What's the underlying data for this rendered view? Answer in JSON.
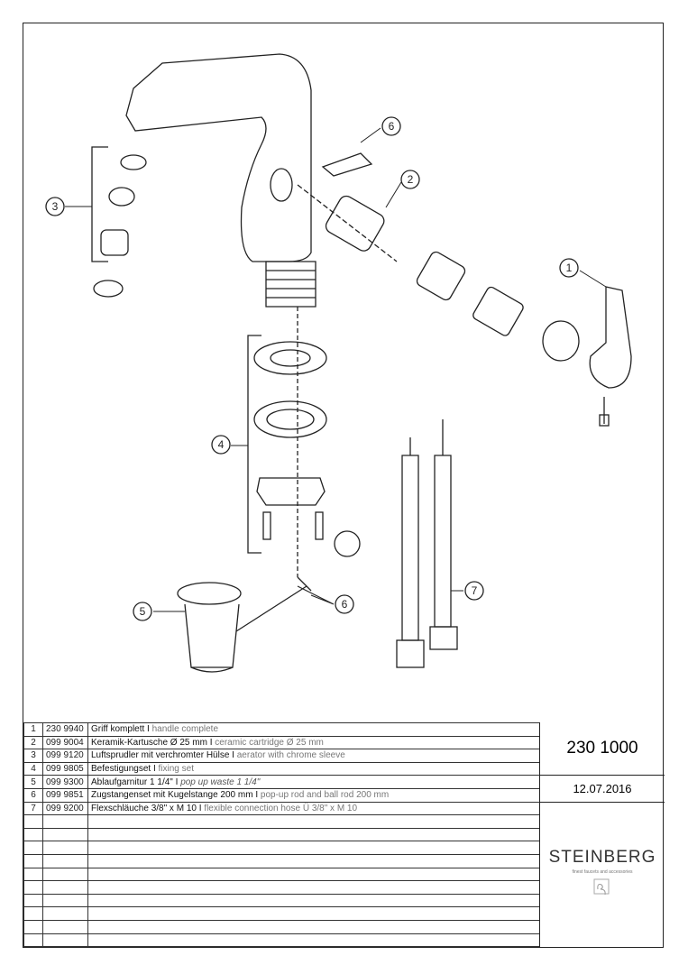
{
  "callouts": [
    "1",
    "2",
    "3",
    "4",
    "5",
    "6",
    "6",
    "7"
  ],
  "parts": [
    {
      "no": "1",
      "code": "230 9940",
      "de": "Griff komplett",
      "sep": " I ",
      "en": "handle complete",
      "italic": false
    },
    {
      "no": "2",
      "code": "099 9004",
      "de": "Keramik-Kartusche Ø 25 mm",
      "sep": " I ",
      "en": "ceramic cartridge Ø 25 mm",
      "italic": false
    },
    {
      "no": "3",
      "code": "099 9120",
      "de": "Luftsprudler mit verchromter Hülse",
      "sep": " I ",
      "en": "aerator with chrome sleeve",
      "italic": false
    },
    {
      "no": "4",
      "code": "099 9805",
      "de": "Befestigungset",
      "sep": " I ",
      "en": "fixing set",
      "italic": false
    },
    {
      "no": "5",
      "code": "099 9300",
      "de": "Ablaufgarnitur 1 1/4\"",
      "sep": " I ",
      "en": "pop up waste 1 1/4\"",
      "italic": true
    },
    {
      "no": "6",
      "code": "099 9851",
      "de": "Zugstangenset mit Kugelstange 200 mm",
      "sep": " I ",
      "en": "pop-up rod and ball rod 200 mm",
      "italic": false
    },
    {
      "no": "7",
      "code": "099 9200",
      "de": "Flexschläuche  3/8\" x M 10",
      "sep": " I ",
      "en": "flexible connection hose Ü 3/8\" x M 10",
      "italic": false
    }
  ],
  "empty_rows": 10,
  "title_block": {
    "product_number": "230 1000",
    "date": "12.07.2016",
    "brand": "STEINBERG",
    "tagline": "finest faucets and accessories"
  }
}
